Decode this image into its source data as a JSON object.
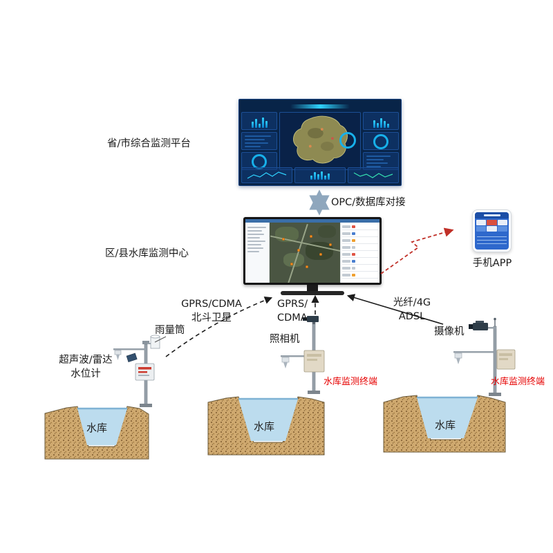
{
  "platform": {
    "label": "省/市综合监测平台"
  },
  "opc_link": {
    "label": "OPC/数据库对接"
  },
  "monitor_center": {
    "label": "区/县水库监测中心"
  },
  "phone": {
    "label": "手机APP"
  },
  "links": {
    "left": {
      "line1": "GPRS/CDMA",
      "line2": "北斗卫星"
    },
    "middle": {
      "line1": "GPRS/",
      "line2": "CDMA"
    },
    "right": {
      "line1": "光纤/4G",
      "line2": "ADSL"
    }
  },
  "stations": {
    "left": {
      "rain_gauge": "雨量筒",
      "sensor_line1": "超声波/雷达",
      "sensor_line2": "水位计",
      "reservoir": "水库"
    },
    "middle": {
      "device": "照相机",
      "terminal": "水库监测终端",
      "reservoir": "水库"
    },
    "right": {
      "device": "摄像机",
      "terminal": "水库监测终端",
      "reservoir": "水库"
    }
  },
  "colors": {
    "terminal_label": "#e60000",
    "link_arrow_red": "#c03028",
    "dashboard_bg": "#082448",
    "water": "#bcdcee",
    "ground_speckle": "#cfa96f"
  }
}
